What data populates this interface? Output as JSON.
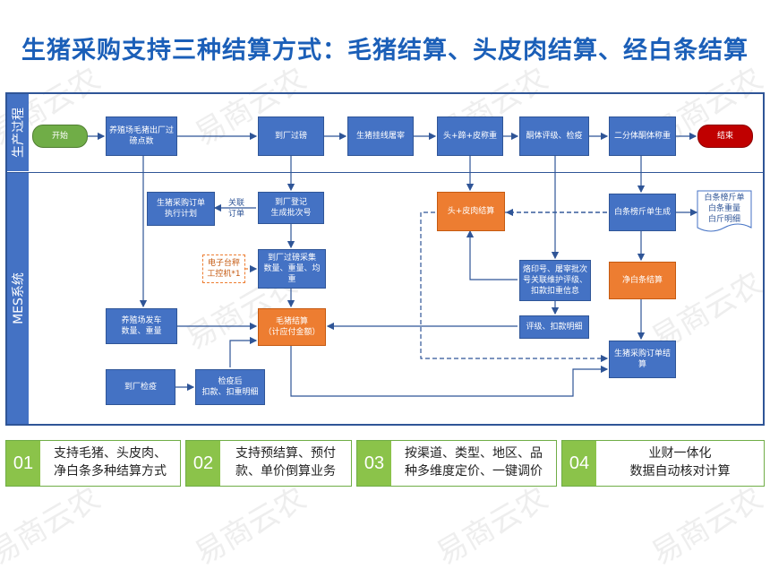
{
  "title": "生猪采购支持三种结算方式：毛猪结算、头皮肉结算、经白条结算",
  "lanes": {
    "top": "生产过程",
    "bottom": "MES系统"
  },
  "nodes": {
    "start": "开始",
    "farm_weigh": "养殖场毛猪出厂过\n磅点数",
    "arrive_weigh": "到厂过磅",
    "hang": "生猪挂线屠宰",
    "head_weigh": "头+蹄+皮称重",
    "carcass_grade": "酮体评级、检疫",
    "half_weigh": "二分体酮体称重",
    "end": "结束",
    "purchase_order_plan": "生猪采购订单\n执行计划",
    "register": "到厂登记\n生成批次号",
    "collect": "到厂过磅采集\n数量、重量、均重",
    "e_scale": "电子台秤\n工控机*1",
    "farm_ship": "养殖场发车\n数量、重量",
    "live_settle": "毛猪结算\n（计应付金额）",
    "arrive_quarantine": "到厂检疫",
    "after_quarantine": "检疫后\n扣款、扣重明细",
    "head_settle": "头+皮肉结算",
    "batch_link": "烙印号、屠宰批次\n号关联维护评级、\n扣款扣重信息",
    "grade_detail": "评级、扣款明细",
    "white_slip": "白条榜斤单生成",
    "white_settle": "净白条结算",
    "order_settle": "生猪采购订单结算",
    "doc": "白条榜斤单\n白条重量\n白斤明细"
  },
  "edge_labels": {
    "link_order": "关联\n订单"
  },
  "features": [
    {
      "num": "01",
      "text": "支持毛猪、头皮肉、\n净白条多种结算方式"
    },
    {
      "num": "02",
      "text": "支持预结算、预付\n款、单价倒算业务"
    },
    {
      "num": "03",
      "text": "按渠道、类型、地区、品\n种多维度定价、一键调价"
    },
    {
      "num": "04",
      "text": "业财一体化\n数据自动核对计算"
    }
  ],
  "watermark": "易商云农",
  "colors": {
    "blue": "#4472c4",
    "orange": "#ed7d31",
    "green": "#70ad47",
    "red": "#c00000",
    "title": "#1b5fb8"
  }
}
